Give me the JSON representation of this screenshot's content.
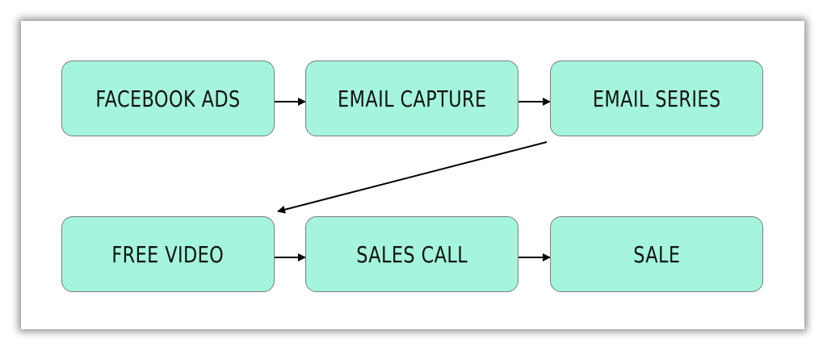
{
  "flow": {
    "nodes": [
      {
        "label": "FACEBOOK ADS"
      },
      {
        "label": "EMAIL CAPTURE"
      },
      {
        "label": "EMAIL SERIES"
      },
      {
        "label": "FREE VIDEO"
      },
      {
        "label": "SALES CALL"
      },
      {
        "label": "SALE"
      }
    ],
    "node_fill": "#a5f5de",
    "edges": [
      {
        "from": 0,
        "to": 1
      },
      {
        "from": 1,
        "to": 2
      },
      {
        "from": 2,
        "to": 3
      },
      {
        "from": 3,
        "to": 4
      },
      {
        "from": 4,
        "to": 5
      }
    ]
  }
}
